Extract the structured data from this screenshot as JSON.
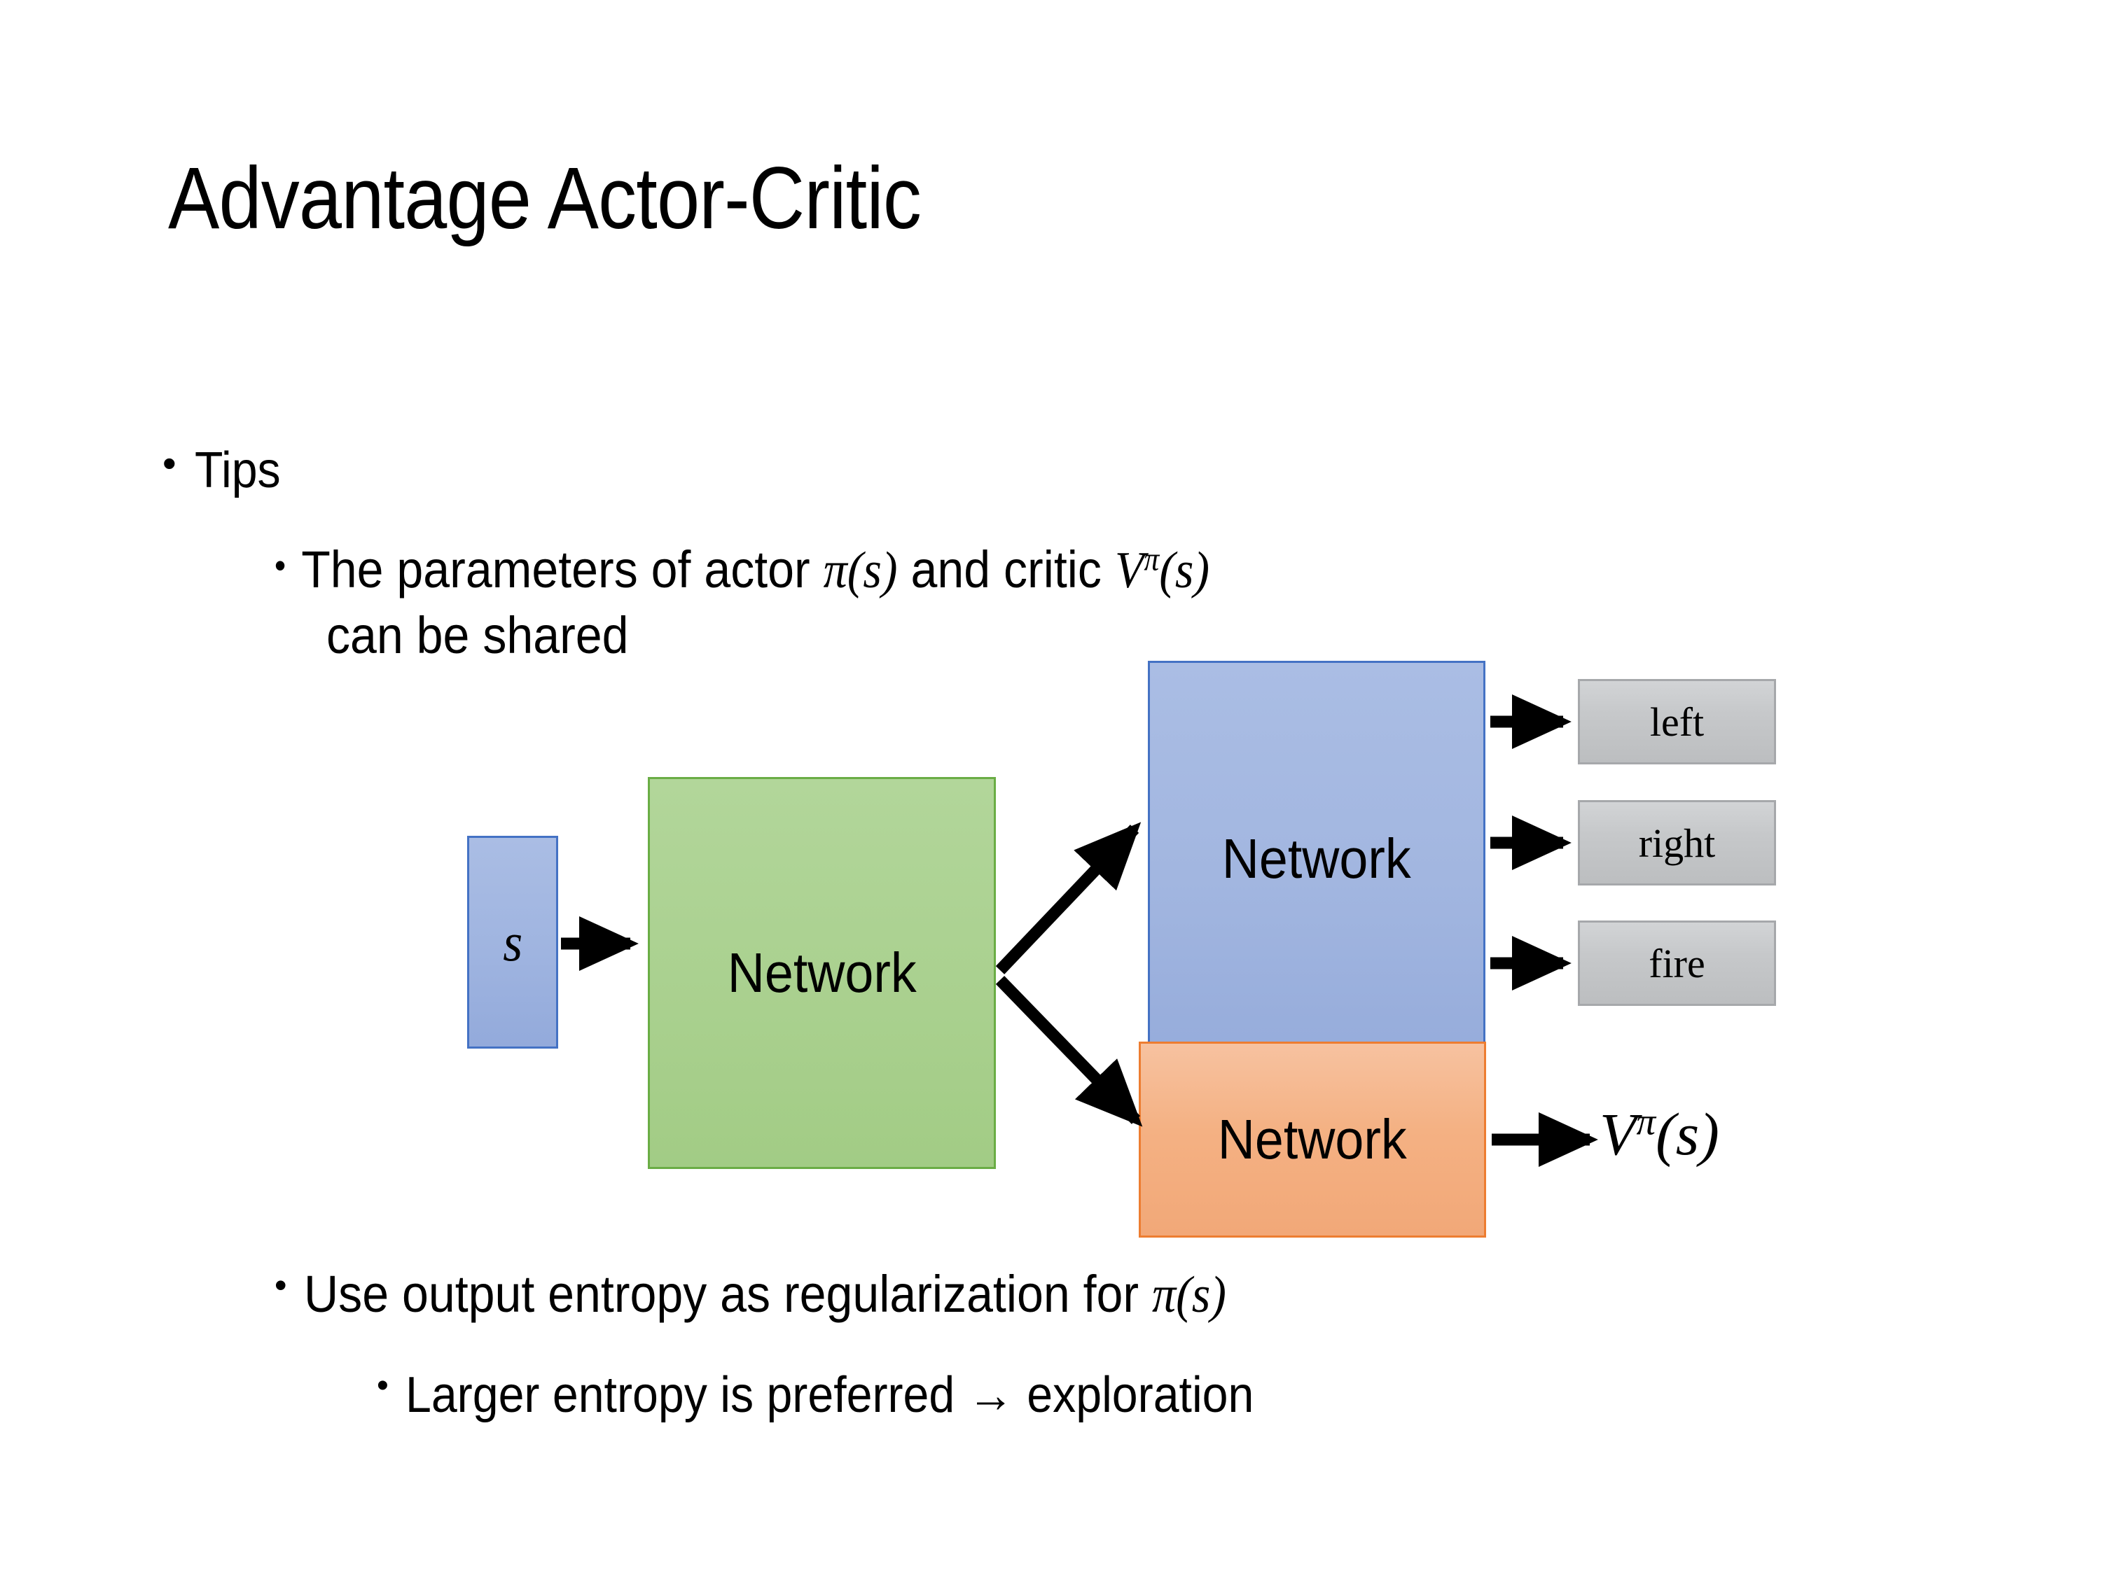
{
  "slide": {
    "title": "Advantage Actor-Critic",
    "background_color": "#ffffff"
  },
  "bullets": {
    "tips": {
      "marker": "•",
      "text": "Tips"
    },
    "shared_params": {
      "marker": "•",
      "line1_pre": "The parameters of actor ",
      "math_pi": "π(s)",
      "line1_mid": "  and critic ",
      "math_v": "V",
      "math_v_sup": "π",
      "math_v_arg": "(s)",
      "line2": "can be shared"
    },
    "entropy": {
      "marker": "•",
      "text_pre": "Use output entropy as regularization for ",
      "math_pi": "π(s)"
    },
    "larger_entropy": {
      "marker": "•",
      "text": "Larger entropy is preferred → exploration"
    }
  },
  "diagram": {
    "input_box": {
      "label": "s",
      "fill": "#9fb4e0",
      "border": "#4472c4"
    },
    "shared_network": {
      "label": "Network",
      "fill": "#a9d08e",
      "border": "#6aad45"
    },
    "actor_network": {
      "label": "Network",
      "fill": "#a2b6e0",
      "border": "#4472c4"
    },
    "critic_network": {
      "label": "Network",
      "fill": "#f4b183",
      "border": "#ed7d31"
    },
    "actions": [
      {
        "label": "left"
      },
      {
        "label": "right"
      },
      {
        "label": "fire"
      }
    ],
    "action_box_fill": "#c6c8ca",
    "action_box_border": "#a6a8ab",
    "critic_output": {
      "math_v": "V",
      "math_v_sup": "π",
      "math_v_arg": "(s)"
    },
    "arrow_color": "#000000"
  }
}
